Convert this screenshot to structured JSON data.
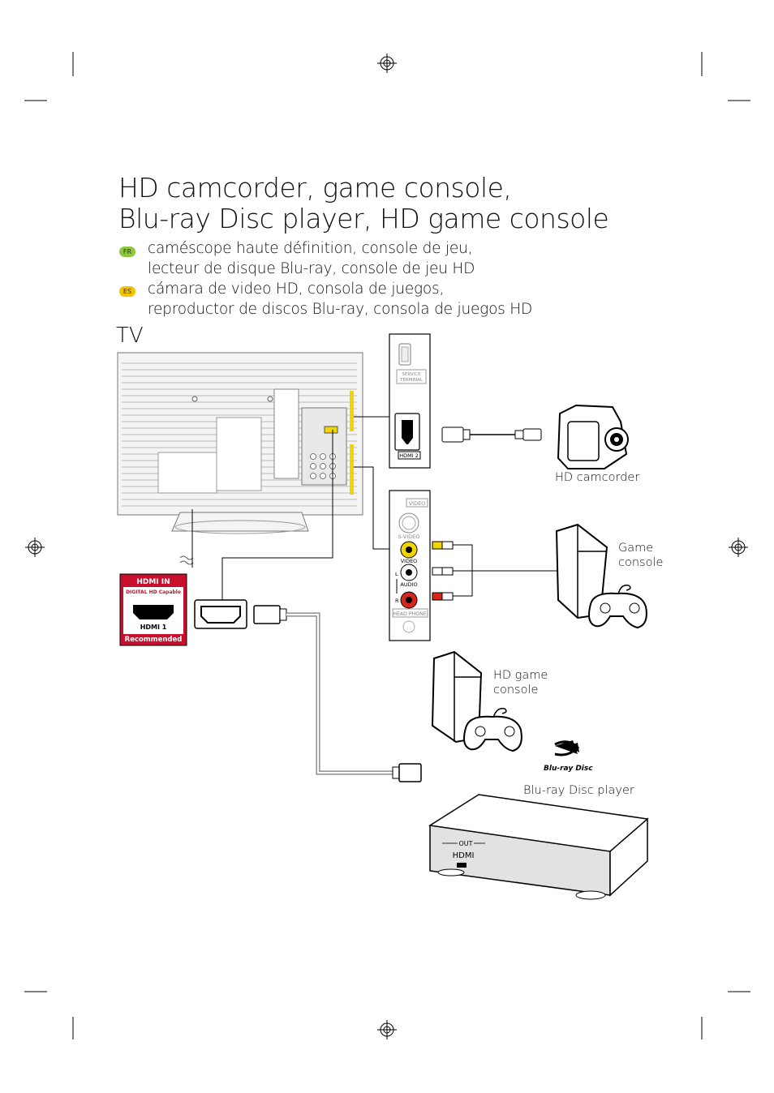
{
  "title": {
    "line1": "HD camcorder, game console,",
    "line2": "Blu-ray Disc player, HD game console"
  },
  "translations": {
    "fr": {
      "badge": "FR",
      "line1": "caméscope haute définition, console de jeu,",
      "line2": "lecteur de disque Blu-ray, console de jeu HD",
      "color": "#8dc63f"
    },
    "es": {
      "badge": "ES",
      "line1": "cámara de video HD, consola de juegos,",
      "line2": "reproductor de discos Blu-ray, consola de juegos HD",
      "color": "#f2c300"
    }
  },
  "tv_label": "TV",
  "panel": {
    "service_terminal": "SERVICE TERMINAL",
    "hdmi2": "HDMI 2",
    "video": "VIDEO",
    "svideo": "S-VIDEO",
    "video_jack": "VIDEO",
    "audio_l": "L",
    "audio": "AUDIO",
    "audio_r": "R",
    "headphone": "HEAD PHONE"
  },
  "hdmi_badge": {
    "top": "HDMI IN",
    "sub": "DIGITAL HD Capable",
    "port": "HDMI 1",
    "bottom": "Recommended"
  },
  "devices": {
    "camcorder": "HD camcorder",
    "game_console_1": "Game",
    "game_console_2": "console",
    "hd_game_1": "HD game",
    "hd_game_2": "console",
    "bluray_logo": "Blu-ray Disc",
    "bluray_player": "Blu-ray Disc player",
    "out": "OUT",
    "hdmi": "HDMI"
  },
  "colors": {
    "cable_yellow": "#f4d400",
    "cable_white": "#ffffff",
    "cable_red": "#d7261e",
    "badge_red": "#c8102e",
    "panel_yellow": "#f2d500"
  }
}
